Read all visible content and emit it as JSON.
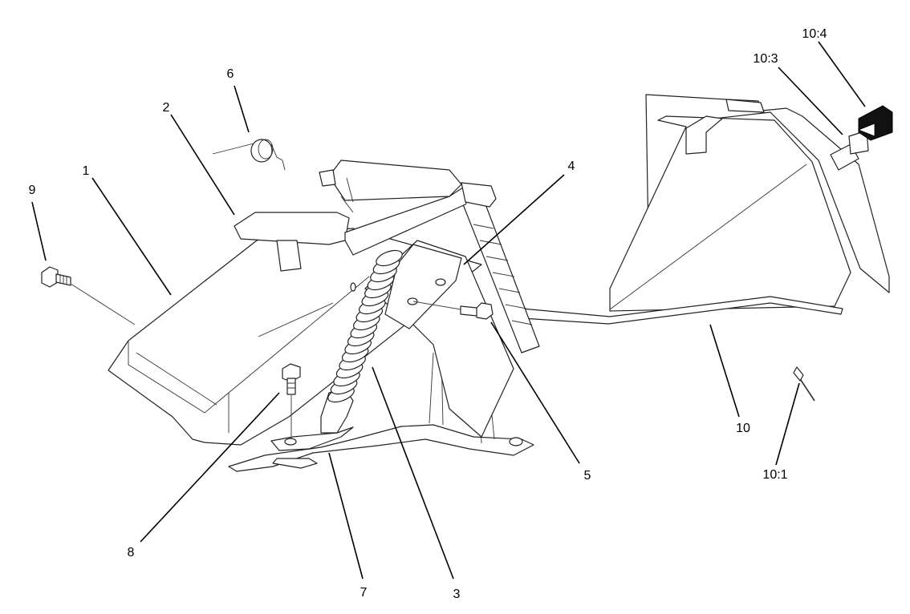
{
  "callouts": [
    {
      "id": "1",
      "label": "1"
    },
    {
      "id": "2",
      "label": "2"
    },
    {
      "id": "3",
      "label": "3"
    },
    {
      "id": "4",
      "label": "4"
    },
    {
      "id": "5",
      "label": "5"
    },
    {
      "id": "6",
      "label": "6"
    },
    {
      "id": "7",
      "label": "7"
    },
    {
      "id": "8",
      "label": "8"
    },
    {
      "id": "9",
      "label": "9"
    },
    {
      "id": "10",
      "label": "10"
    },
    {
      "id": "10-1",
      "label": "10:1"
    },
    {
      "id": "10-3",
      "label": "10:3"
    },
    {
      "id": "10-4",
      "label": "10:4"
    }
  ]
}
